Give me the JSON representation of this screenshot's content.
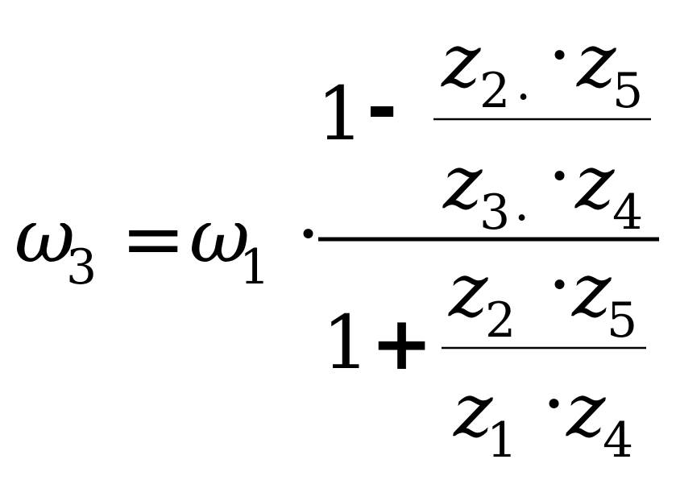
{
  "formula": {
    "lhs": {
      "symbol": "ω",
      "subscript": "3"
    },
    "equals": "=",
    "rhs_factor": {
      "symbol": "ω",
      "subscript": "1"
    },
    "dot": "·",
    "main_fraction": {
      "numerator": {
        "one": "1",
        "operator": "-",
        "fraction": {
          "numerator": {
            "z_a": "z",
            "z_a_sub": "2",
            "small_dot": ".",
            "dot": "·",
            "z_b": "z",
            "z_b_sub": "5"
          },
          "denominator": {
            "z_a": "z",
            "z_a_sub": "3",
            "small_dot": ".",
            "dot": "·",
            "z_b": "z",
            "z_b_sub": "4"
          }
        }
      },
      "denominator": {
        "one": "1",
        "operator": "+",
        "fraction": {
          "numerator": {
            "z_a": "z",
            "z_a_sub": "2",
            "dot": "·",
            "z_b": "z",
            "z_b_sub": "5"
          },
          "denominator": {
            "z_a": "z",
            "z_a_sub": "1",
            "dot": "·",
            "z_b": "z",
            "z_b_sub": "4"
          }
        }
      }
    }
  }
}
